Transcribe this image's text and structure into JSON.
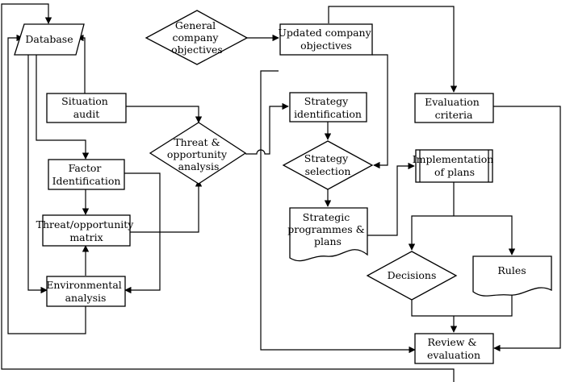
{
  "nodes": {
    "database": {
      "lines": [
        "Database"
      ]
    },
    "situation_audit": {
      "lines": [
        "Situation",
        "audit"
      ]
    },
    "factor_identification": {
      "lines": [
        "Factor",
        "Identification"
      ]
    },
    "threat_opportunity_matrix": {
      "lines": [
        "Threat/opportunity",
        "matrix"
      ]
    },
    "environmental_analysis": {
      "lines": [
        "Environmental",
        "analysis"
      ]
    },
    "general_company_objectives": {
      "lines": [
        "General",
        "company",
        "objectives"
      ]
    },
    "threat_opportunity_analysis": {
      "lines": [
        "Threat &",
        "opportunity",
        "analysis"
      ]
    },
    "updated_company_objectives": {
      "lines": [
        "Updated company",
        "objectives"
      ]
    },
    "strategy_identification": {
      "lines": [
        "Strategy",
        "identification"
      ]
    },
    "strategy_selection": {
      "lines": [
        "Strategy",
        "selection"
      ]
    },
    "strategic_programmes_plans": {
      "lines": [
        "Strategic",
        "programmes &",
        "plans"
      ]
    },
    "implementation_of_plans": {
      "lines": [
        "Implementation",
        "of plans"
      ]
    },
    "evaluation_criteria": {
      "lines": [
        "Evaluation",
        "criteria"
      ]
    },
    "decisions": {
      "lines": [
        "Decisions"
      ]
    },
    "rules": {
      "lines": [
        "Rules"
      ]
    },
    "review_evaluation": {
      "lines": [
        "Review &",
        "evaluation"
      ]
    }
  }
}
